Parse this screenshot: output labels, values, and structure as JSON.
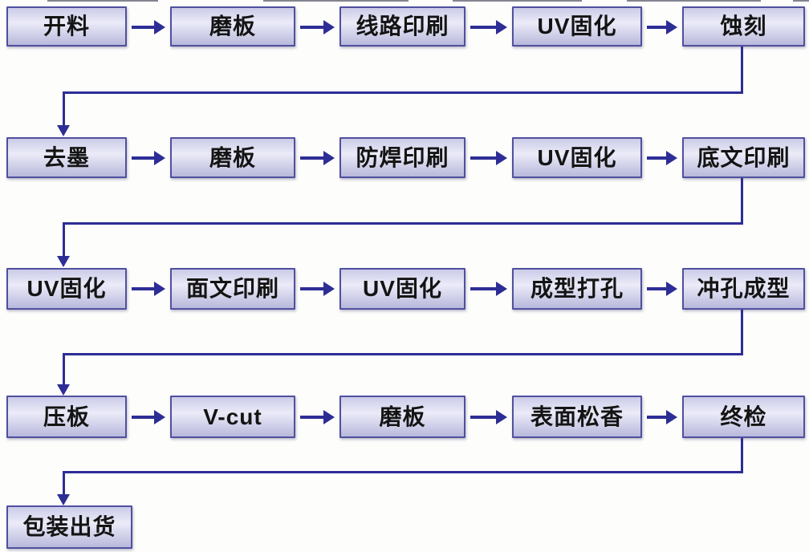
{
  "diagram": {
    "type": "flowchart",
    "rows": [
      [
        "开料",
        "磨板",
        "线路印刷",
        "UV固化",
        "蚀刻"
      ],
      [
        "去墨",
        "磨板",
        "防焊印刷",
        "UV固化",
        "底文印刷"
      ],
      [
        "UV固化",
        "面文印刷",
        "UV固化",
        "成型打孔",
        "冲孔成型"
      ],
      [
        "压板",
        "V-cut",
        "磨板",
        "表面松香",
        "终检"
      ],
      [
        "包装出货"
      ]
    ],
    "sequence": [
      "开料",
      "磨板",
      "线路印刷",
      "UV固化",
      "蚀刻",
      "去墨",
      "磨板",
      "防焊印刷",
      "UV固化",
      "底文印刷",
      "UV固化",
      "面文印刷",
      "UV固化",
      "成型打孔",
      "冲孔成型",
      "压板",
      "V-cut",
      "磨板",
      "表面松香",
      "终检",
      "包装出货"
    ],
    "colors": {
      "background": "#fdfdfc",
      "box_border": "#50509f",
      "box_fill_top": "#cbcbe8",
      "box_fill_mid": "#ebebf8",
      "box_fill_bottom": "#b8b8dc",
      "connector": "#2d2d96",
      "text": "#141414"
    }
  }
}
